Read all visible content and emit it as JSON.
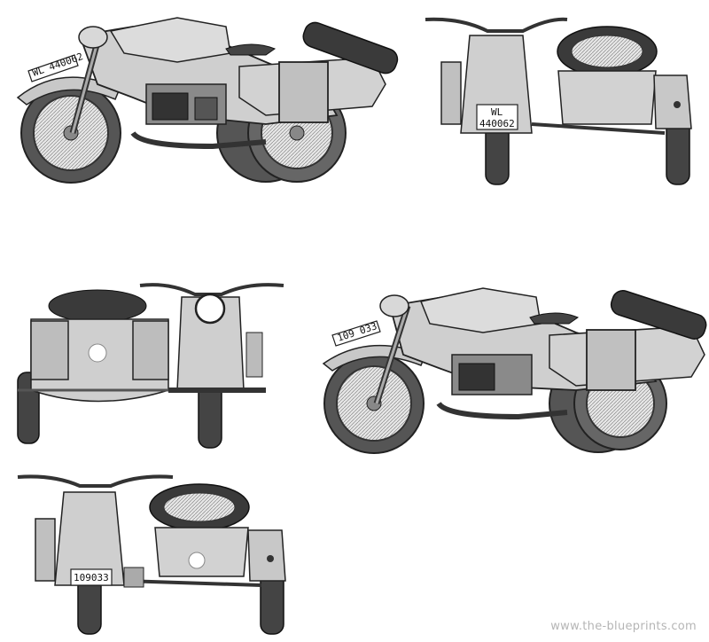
{
  "plates": {
    "side_top": "WL 440062",
    "rear_top_line1": "WL",
    "rear_top_line2": "440062",
    "side_bottom": "109 033",
    "rear_bottom": "109033"
  },
  "watermark": "www.the-blueprints.com",
  "colors": {
    "body": "#c8c8c8",
    "dark": "#3a3a3a",
    "line": "#222222",
    "tire": "#5a5a5a"
  }
}
